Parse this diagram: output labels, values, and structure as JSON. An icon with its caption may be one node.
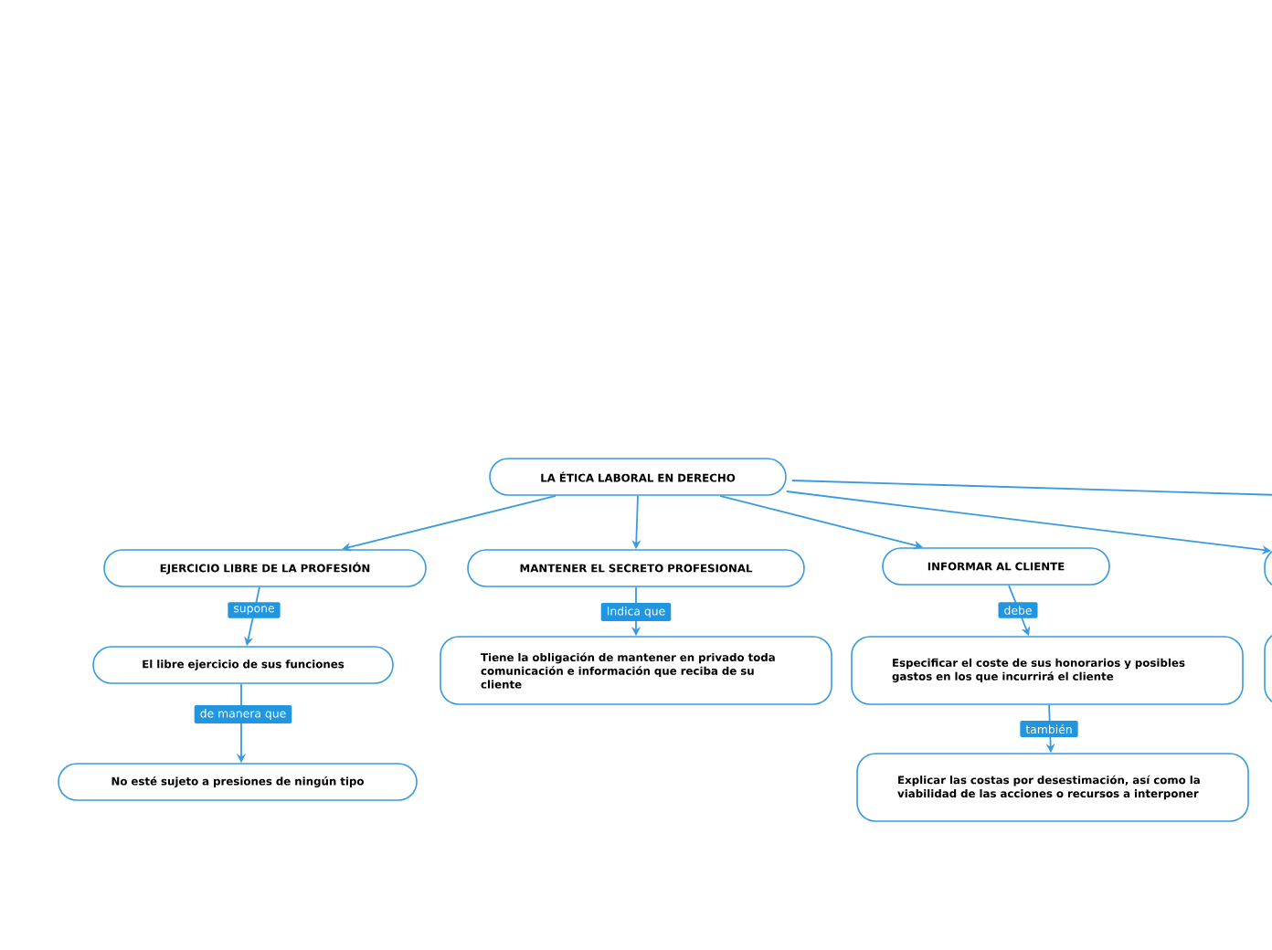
{
  "diagram": {
    "nodes": [
      {
        "text": [
          "LA ÉTICA LABORAL EN DERECHO"
        ]
      },
      {
        "text": [
          "EJERCICIO LIBRE DE LA PROFESIÓN"
        ]
      },
      {
        "text": [
          "El libre ejercicio de sus funciones"
        ]
      },
      {
        "text": [
          "No esté sujeto a presiones de ningún tipo"
        ]
      },
      {
        "text": [
          "MANTENER EL SECRETO PROFESIONAL"
        ]
      },
      {
        "text": [
          "Tiene la obligación de mantener en privado toda comunicación e información que reciba de su cliente"
        ]
      },
      {
        "text": [
          "INFORMAR AL CLIENTE"
        ]
      },
      {
        "text": [
          "Especificar el coste de sus honorarios y posibles gastos en los que incurrirá el cliente"
        ]
      },
      {
        "text": [
          "Explicar las costas por desestimación, así como la viabilidad de las acciones o recursos a interponer"
        ]
      },
      {
        "text": [],
        "shape": "box"
      },
      {
        "text": [],
        "shape": "box"
      }
    ],
    "edges": [
      {
        "from": 0,
        "to": 1,
        "arrow": "to"
      },
      {
        "from": 0,
        "to": 4,
        "arrow": "to"
      },
      {
        "from": 0,
        "to": 6,
        "arrow": "to"
      },
      {
        "from": 0,
        "to": 9,
        "arrow": "to"
      },
      {
        "from": 0,
        "to": null,
        "arrow": "none"
      },
      {
        "from": 1,
        "to": 2,
        "arrow": "to",
        "label": "supone"
      },
      {
        "from": 2,
        "to": 3,
        "arrow": "to",
        "label": "de manera que"
      },
      {
        "from": 4,
        "to": 5,
        "arrow": "to",
        "label": "Indica que"
      },
      {
        "from": 6,
        "to": 7,
        "arrow": "to",
        "label": "debe"
      },
      {
        "from": 7,
        "to": 8,
        "arrow": "to",
        "label": "también"
      }
    ]
  }
}
